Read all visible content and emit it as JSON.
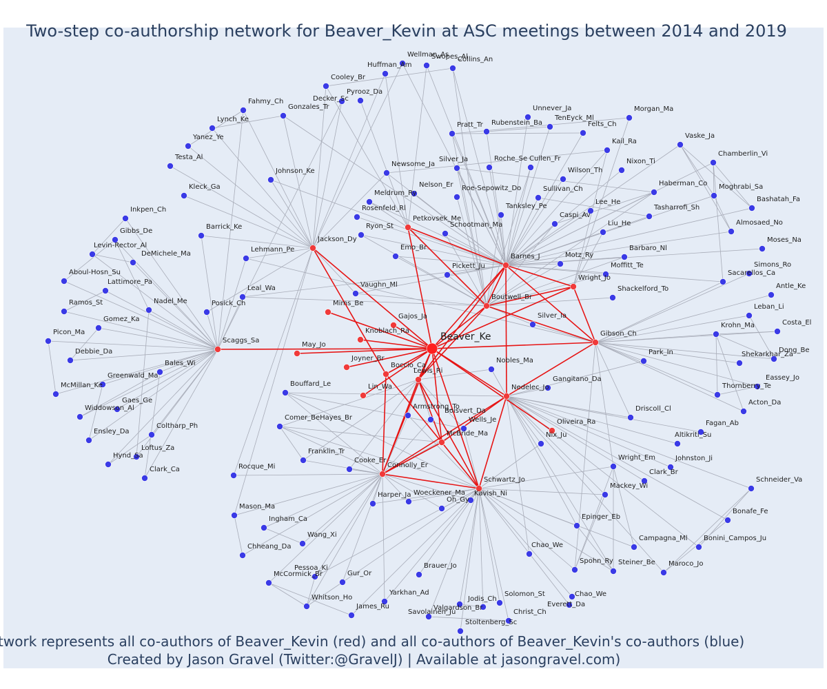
{
  "title": "Two-step co-authorship network for Beaver_Kevin at ASC meetings between 2014 and 2019",
  "caption_line1": "Network represents all co-authors of Beaver_Kevin (red) and all co-authors of Beaver_Kevin's co-authors (blue)",
  "caption_line2": "Created by Jason Gravel (Twitter:@GravelJ) | Available at jasongravel.com)",
  "colors": {
    "background": "#e5ecf6",
    "text": "#2a3f5f",
    "center_node": "#ff1f1f",
    "coauthor_node": "#f03a3a",
    "second_node": "#3a3ae6",
    "red_edge": "#e61414",
    "grey_edge": "#a8acb8"
  },
  "network": {
    "center": "Beaver_Ke",
    "coauthors": [
      "Jackson_Dy",
      "Petkovsek_Me",
      "Barnes_J",
      "Boutwell_Br",
      "Wright_Jo",
      "Gibson_Ch",
      "Nedelec_Jo",
      "Oliveira_Ra",
      "Kavish_Ni",
      "McBride_Ma",
      "Lewis_Ri",
      "Connolly_Er",
      "Boccio_Ca",
      "Lin_Wa",
      "Joyner_Br",
      "Knoblach_Ra",
      "Gajos_Ja",
      "Mims_Be",
      "May_Jo",
      "Scaggs_Sa"
    ],
    "others": [
      "Wellman_As",
      "Swopes_Al",
      "Collins_An",
      "Huffman_Am",
      "Cooley_Br",
      "Pyrooz_Da",
      "Decker_Sc",
      "Fahmy_Ch",
      "Gonzales_Tr",
      "Lynch_Ke",
      "Yanez_Ye",
      "Testa_Al",
      "Johnson_Ke",
      "Kleck_Ga",
      "Inkpen_Ch",
      "Gibbs_De",
      "Barrick_Ke",
      "Levin-Rector_Al",
      "DeMichele_Ma",
      "Aboul-Hosn_Su",
      "Lehmann_Pe",
      "Lattimore_Pa",
      "Ramos_St",
      "Nadel_Me",
      "Leal_Wa",
      "Posick_Ch",
      "Gomez_Ka",
      "Picon_Ma",
      "Debbie_Da",
      "Bales_Wi",
      "Greenwald_Ma",
      "McMillan_Ke",
      "Gaes_Ge",
      "Widdowson_Al",
      "Coltharp_Ph",
      "Ensley_Da",
      "Loftus_Za",
      "Hynd_Sa",
      "Clark_Ca",
      "Rocque_Mi",
      "Mason_Ma",
      "Ingham_Ca",
      "Wang_Xi",
      "Chheang_Da",
      "Pessoa_Ki",
      "McCormick_Br",
      "Gur_Or",
      "Whitson_Ho",
      "James_Ru",
      "Yarkhan_Ad",
      "Brauer_Jo",
      "Jodis_Ch",
      "Valgardson_Br",
      "Savolainen_Ju",
      "Stoltenberg_Sc",
      "Christ_Ch",
      "Solomon_St",
      "Everett_Da",
      "Chao_We2",
      "Chao_We",
      "Steiner_Be",
      "Spohn_Ry",
      "Epinger_Eb",
      "Campagna_Ml",
      "Mackey_Wi",
      "Bonini_Campos_Ju",
      "Maroco_Jo",
      "Bonafe_Fe",
      "Schneider_Va",
      "Clark_Br",
      "Johnston_Ji",
      "Wright_Em",
      "Altikriti_Su",
      "Fagan_Ab",
      "Driscoll_Cl",
      "Acton_Da",
      "Eassey_Jo",
      "Thornberry_Te",
      "Dong_Be",
      "Shekarkhar_Za",
      "Krohn_Ma",
      "Costa_El",
      "Leban_Li",
      "Antle_Ke",
      "Park_In",
      "Simons_Ro",
      "Sacarellos_Ca",
      "Moses_Na",
      "Almosaed_No",
      "Bashatah_Fa",
      "Moghrabi_Sa",
      "Chamberlin_Vi",
      "Vaske_Ja",
      "Haberman_Co",
      "Tasharrofi_Sh",
      "Barbaro_Nl",
      "Moffitt_Te",
      "Shackelford_To",
      "Liu_He",
      "Lee_He",
      "Caspi_Av",
      "Motz_Ry",
      "Tanksley_Pe",
      "Sullivan_Ch",
      "Wilson_Th",
      "Nixon_Ti",
      "Kail_Ra",
      "Morgan_Ma",
      "Felts_Ch",
      "TenEyck_Ml",
      "Unnever_Ja",
      "Rubenstein_Ba",
      "Pratt_Tr",
      "Cullen_Fr",
      "Roche_Se",
      "Silver_Ja",
      "Newsome_Ja",
      "Nelson_Er",
      "Roe-Sepowitz_Do",
      "Meldrum_Ry",
      "Rosenfeld_Rl",
      "Ryon_St",
      "Schootman_Ma",
      "Emo_Br",
      "Pickett_Ju",
      "Vaughn_Ml",
      "Silver_Ia",
      "Nobles_Ma",
      "Gangitano_Da",
      "Bouffard_Le",
      "Armstrong_To",
      "Boisvert_Da",
      "Wells_Je",
      "Comer_BeHayes_Br",
      "Franklin_Tr",
      "Cooke_Er",
      "Harper_Ja",
      "Woeckener_Ma",
      "Oh_Gy",
      "Schwartz_Jo",
      "Nix_Ju"
    ]
  }
}
